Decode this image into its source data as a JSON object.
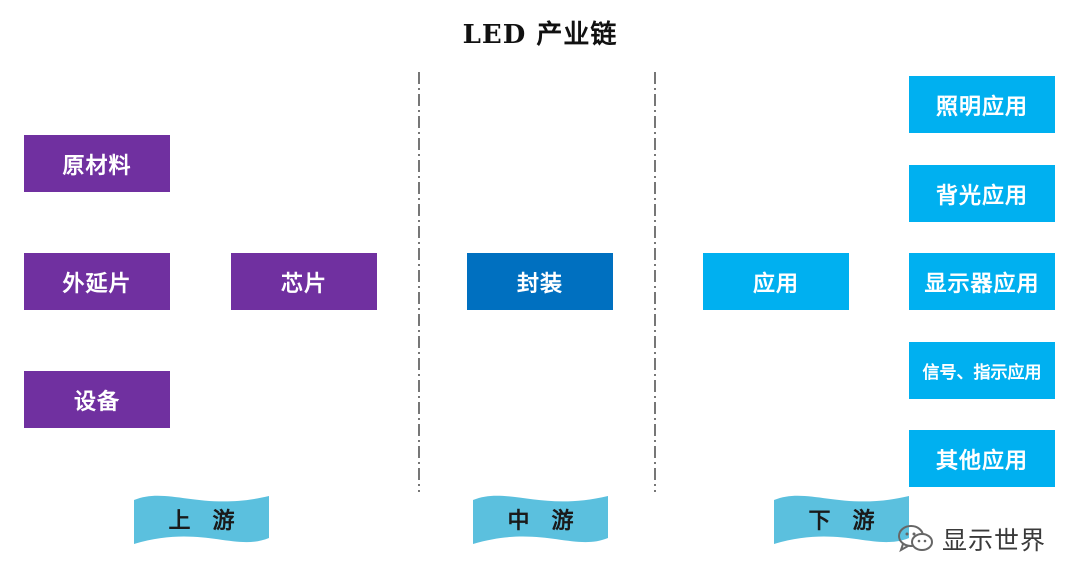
{
  "title": "LED 产业链",
  "upstream": {
    "col1": [
      "原材料",
      "外延片",
      "设备"
    ],
    "col2": [
      "芯片"
    ]
  },
  "midstream": {
    "box": "封装"
  },
  "downstream": {
    "box": "应用",
    "apps": [
      "照明应用",
      "背光应用",
      "显示器应用",
      "信号、指示应用",
      "其他应用"
    ]
  },
  "banners": {
    "upstream": "上游",
    "midstream": "中游",
    "downstream": "下游"
  },
  "watermark": "显示世界",
  "colors": {
    "purple": "#7030a0",
    "navy": "#0070c0",
    "cyan": "#00b0f0",
    "banner": "#5bc0de"
  }
}
